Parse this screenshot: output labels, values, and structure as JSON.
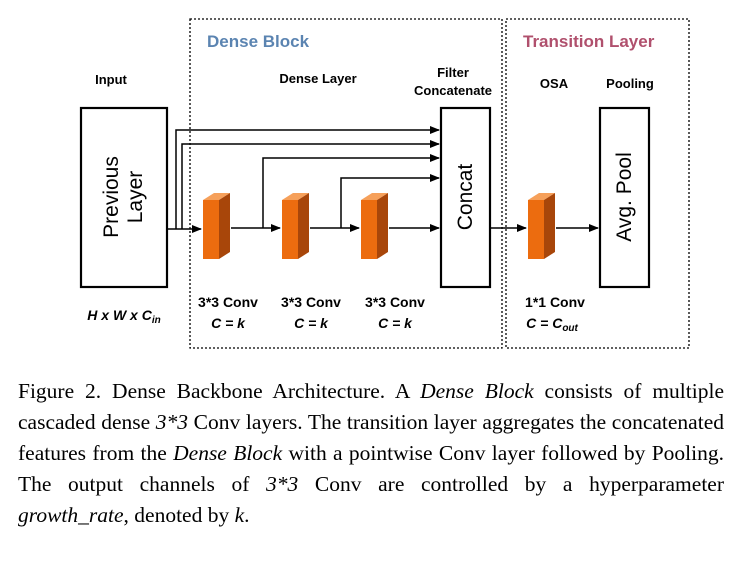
{
  "diagram": {
    "dense_block_title": "Dense Block",
    "transition_layer_title": "Transition Layer",
    "input_label": "Input",
    "dense_layer_label": "Dense Layer",
    "filter_concat_label_line1": "Filter",
    "filter_concat_label_line2": "Concatenate",
    "osa_label": "OSA",
    "pooling_label": "Pooling",
    "previous_layer_line1": "Previous",
    "previous_layer_line2": "Layer",
    "concat_label": "Concat",
    "avg_pool_label": "Avg. Pool",
    "input_dim": {
      "prefix": "H x W x C",
      "sub": "in"
    },
    "convs": [
      {
        "name": "3*3 Conv",
        "channels": "C = k"
      },
      {
        "name": "3*3 Conv",
        "channels": "C = k"
      },
      {
        "name": "3*3 Conv",
        "channels": "C = k"
      }
    ],
    "osa_conv": {
      "name": "1*1 Conv",
      "channels_prefix": "C = C",
      "channels_sub": "out"
    },
    "colors": {
      "dense_block_title": "#5b84b1",
      "transition_layer_title": "#b0506d",
      "conv_front": "#ec6c0f",
      "conv_side": "#a8460a",
      "conv_top": "#f6a05a",
      "border": "#000000"
    }
  },
  "caption": {
    "figure_label": "Figure 2.",
    "text_1": " Dense Backbone Architecture. A ",
    "italic_1": "Dense Block",
    "text_2": " consists of multiple cascaded dense ",
    "italic_2": "3*3",
    "text_3": " Conv layers. The transition layer aggregates the concatenated features from the ",
    "italic_3": "Dense Block",
    "text_4": " with a pointwise Conv layer followed by Pooling. The output channels of ",
    "italic_4": "3*3",
    "text_5": " Conv are controlled by a hyperparameter ",
    "italic_5": "growth_rate",
    "text_6": ", denoted by ",
    "italic_6": "k",
    "text_7": "."
  }
}
